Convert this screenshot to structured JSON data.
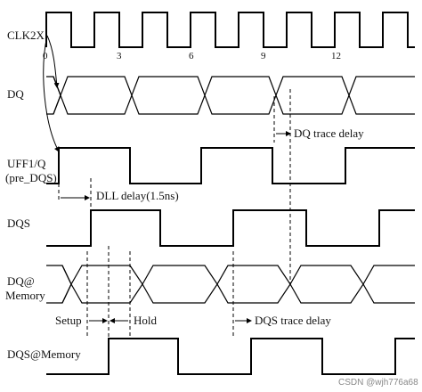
{
  "signals": {
    "clk2x": "CLK2X",
    "dq": "DQ",
    "uff1_q_line1": "UFF1/Q",
    "uff1_q_line2": "(pre_DQS)",
    "dqs": "DQS",
    "dq_mem_line1": "DQ@",
    "dq_mem_line2": "Memory",
    "dqs_mem": "DQS@Memory"
  },
  "ticks": [
    "0",
    "3",
    "6",
    "9",
    "12"
  ],
  "annotations": {
    "dq_trace_delay": "DQ trace delay",
    "dll_delay": "DLL delay(1.5ns)",
    "setup": "Setup",
    "hold": "Hold",
    "dqs_trace_delay": "DQS trace delay"
  },
  "watermark": "CSDN @wjh776a68"
}
